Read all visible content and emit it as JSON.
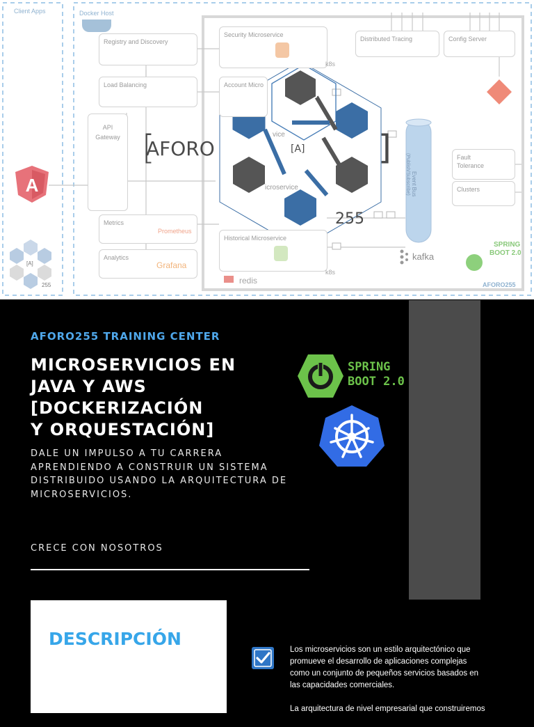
{
  "diagram": {
    "labels": {
      "client_apps": "Client Apps",
      "docker_host": "Docker Host",
      "registry": "Registry and Discovery",
      "load_balancing": "Load Balancing",
      "api_gateway_1": "API",
      "api_gateway_2": "Gateway",
      "metrics": "Metrics",
      "prometheus": "Prometheus",
      "analytics": "Analytics",
      "grafana": "Grafana",
      "security_ms": "Security Microservice",
      "account_ms": "Account Micro",
      "service_frag": "vice",
      "microservice_frag": "icroservice",
      "historical_ms": "Historical Microservice",
      "k8s": "k8s",
      "k8s_2": "k8s",
      "redis": "redis",
      "kafka": "kafka",
      "distributed_tracing": "Distributed Tracing",
      "config_server": "Config Server",
      "fault_tolerance_1": "Fault",
      "fault_tolerance_2": "Tolerance",
      "clusters": "Clusters",
      "event_bus": "Event Bus",
      "event_bus_sub": "(Publish/Subscribe)",
      "spring_1": "SPRING",
      "spring_2": "BOOT 2.0",
      "footer_brand": "AFORO255",
      "mini_a": "[A]",
      "mini_num": "255"
    },
    "logo": {
      "open_bracket": "[",
      "word": "AFORO",
      "inner": "[A]",
      "close_bracket": "]",
      "number": "255"
    }
  },
  "hero": {
    "center_name": "AFORO255 TRAINING CENTER",
    "headline": [
      "MICROSERVICIOS EN",
      "JAVA Y AWS",
      "[DOCKERIZACIÓN",
      "Y ORQUESTACIÓN]"
    ],
    "intro": [
      "DALE UN IMPULSO A TU CARRERA",
      "APRENDIENDO A CONSTRUIR UN SISTEMA",
      "DISTRIBUIDO USANDO LA ARQUITECTURA DE",
      "MICROSERVICIOS."
    ],
    "cta": "CRECE CON NOSOTROS",
    "spring_logo": [
      "SPRING",
      "BOOT 2.0"
    ]
  },
  "description": {
    "title": "DESCRIPCIÓN",
    "paragraph_1": [
      "Los microservicios son un estilo arquitectónico que",
      "promueve el desarrollo de aplicaciones complejas",
      "como un conjunto de pequeños servicios basados en",
      "las capacidades comerciales."
    ],
    "paragraph_2": [
      "La arquitectura de nivel empresarial que construiremos"
    ]
  },
  "colors": {
    "accent_blue": "#37a6e9",
    "spring_green": "#6cc24a",
    "kubernetes_blue": "#326ce5",
    "background": "#000000",
    "side_bar_grey": "#4b4b4b"
  },
  "icons": [
    "angular-icon",
    "docker-whale-icon",
    "kubernetes-icon",
    "mysql-icon",
    "kafka-icon",
    "redis-icon",
    "git-icon",
    "spring-power-icon",
    "checkbox-checked-icon"
  ]
}
